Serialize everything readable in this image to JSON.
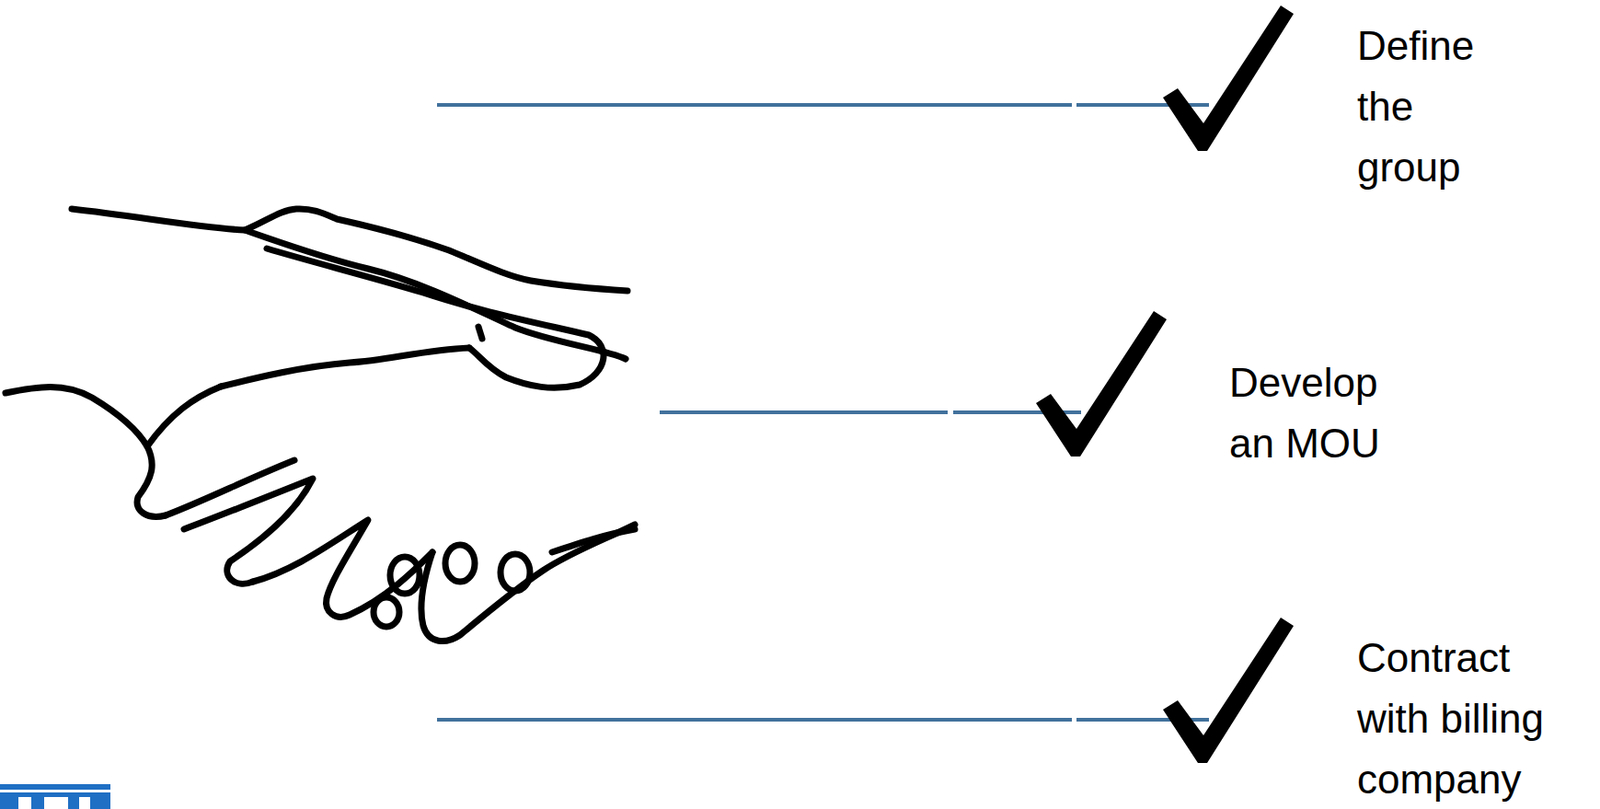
{
  "diagram": {
    "labels": [
      "Define the group",
      "Develop an MOU",
      "Contract with billing company"
    ]
  }
}
